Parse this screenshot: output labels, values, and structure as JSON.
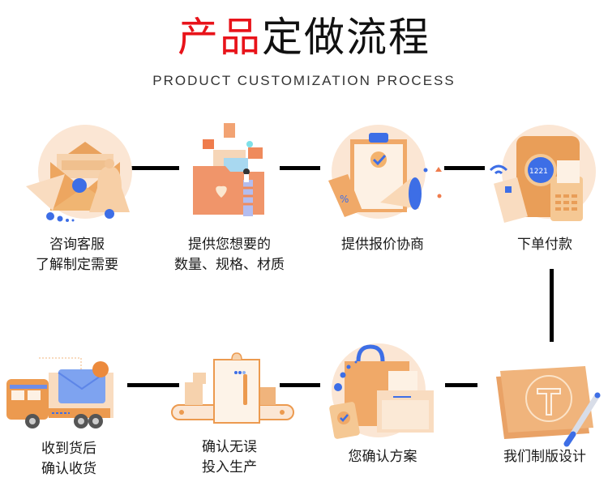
{
  "header": {
    "title_red": "产品",
    "title_black": "定做流程",
    "subtitle": "PRODUCT CUSTOMIZATION PROCESS"
  },
  "colors": {
    "title_accent": "#e8131a",
    "illustration_orange": "#ec9a4f",
    "illustration_peach": "#f9dcc0",
    "illustration_blue": "#3d6ee6",
    "connector": "#000000"
  },
  "steps": [
    {
      "order": 1,
      "icon": "envelope-bell-icon",
      "label": "咨询客服\n了解制定需要"
    },
    {
      "order": 2,
      "icon": "folder-files-icon",
      "label": "提供您想要的\n数量、规格、材质"
    },
    {
      "order": 3,
      "icon": "clipboard-megaphone-icon",
      "label": "提供报价协商"
    },
    {
      "order": 4,
      "icon": "payment-terminal-icon",
      "label": "下单付款"
    },
    {
      "order": 5,
      "icon": "blueprint-pen-icon",
      "label": "我们制版设计"
    },
    {
      "order": 6,
      "icon": "shopping-bag-confirm-icon",
      "label": "您确认方案"
    },
    {
      "order": 7,
      "icon": "conveyor-production-icon",
      "label": "确认无误\n投入生产"
    },
    {
      "order": 8,
      "icon": "delivery-truck-icon",
      "label": "收到货后\n确认收货"
    }
  ]
}
